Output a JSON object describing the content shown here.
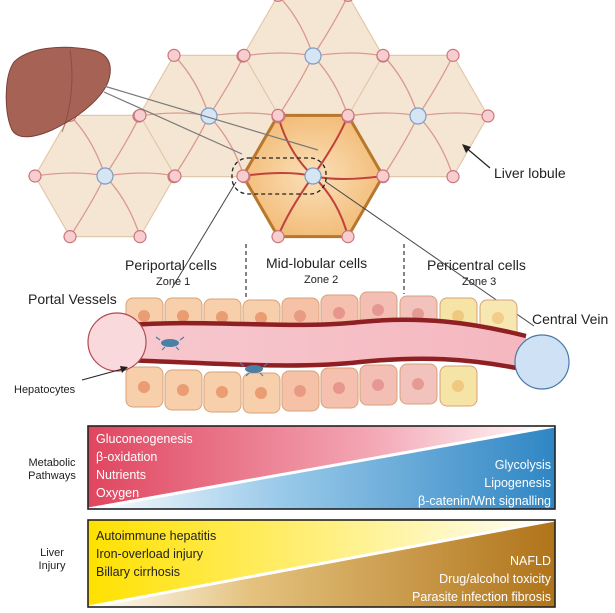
{
  "diagram": {
    "labels": {
      "liver_lobule": "Liver lobule",
      "portal_vessels": "Portal Vessels",
      "central_vein": "Central Vein",
      "hepatocytes": "Hepatocytes"
    },
    "zones": [
      {
        "title": "Periportal cells",
        "sub": "Zone 1"
      },
      {
        "title": "Mid-lobular cells",
        "sub": "Zone 2"
      },
      {
        "title": "Pericentral cells",
        "sub": "Zone 3"
      }
    ],
    "metabolic": {
      "label_line1": "Metabolic",
      "label_line2": "Pathways",
      "periportal": [
        "Gluconeogenesis",
        "β-oxidation",
        "Nutrients",
        "Oxygen"
      ],
      "pericentral": [
        "Glycolysis",
        "Lipogenesis",
        "β-catenin/Wnt signalling"
      ],
      "colors": {
        "periportal": "#e0455f",
        "pericentral": "#2f86c4"
      }
    },
    "injury": {
      "label_line1": "Liver",
      "label_line2": "Injury",
      "periportal": [
        "Autoimmune hepatitis",
        "Iron-overload injury",
        "Billary cirrhosis"
      ],
      "pericentral": [
        "NAFLD",
        "Drug/alcohol toxicity",
        "Parasite infection fibrosis"
      ],
      "colors": {
        "periportal": "#ffe100",
        "pericentral": "#b5791a"
      }
    }
  }
}
